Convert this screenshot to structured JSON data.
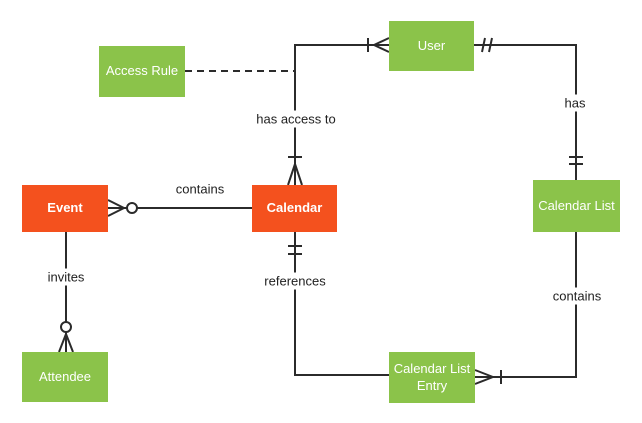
{
  "diagram": {
    "type": "entity-relationship",
    "colors": {
      "entity_primary": "#F4511E",
      "entity_secondary": "#8BC34A",
      "entity_text": "#FFFFFF",
      "line": "#2b2b2b",
      "label_text": "#212121",
      "background": "#FFFFFF"
    },
    "entities": {
      "event": {
        "label": "Event",
        "variant": "primary"
      },
      "calendar": {
        "label": "Calendar",
        "variant": "primary"
      },
      "access_rule": {
        "label": "Access Rule",
        "variant": "secondary"
      },
      "user": {
        "label": "User",
        "variant": "secondary"
      },
      "calendar_list": {
        "label": "Calendar List",
        "variant": "secondary"
      },
      "calendar_list_entry": {
        "label": "Calendar List Entry",
        "variant": "secondary"
      },
      "attendee": {
        "label": "Attendee",
        "variant": "secondary"
      }
    },
    "relationships": {
      "calendar_contains_events": {
        "label": "contains",
        "from": "calendar",
        "to": "event",
        "cardinality_at_event": "zero-or-many",
        "line_style": "solid"
      },
      "event_invites_attendees": {
        "label": "invites",
        "from": "event",
        "to": "attendee",
        "cardinality_at_attendee": "zero-or-many",
        "line_style": "solid"
      },
      "user_has_access_to_calendar": {
        "label": "has access to",
        "from": "user",
        "to": "calendar",
        "cardinality_at_user": "one-or-many",
        "cardinality_at_calendar": "one-or-many",
        "line_style": "solid"
      },
      "user_has_calendar_list": {
        "label": "has",
        "from": "user",
        "to": "calendar_list",
        "cardinality_at_user": "one-and-only-one",
        "cardinality_at_calendar_list": "one-and-only-one",
        "line_style": "solid"
      },
      "calendar_list_contains_entries": {
        "label": "contains",
        "from": "calendar_list",
        "to": "calendar_list_entry",
        "cardinality_at_entry": "one-or-many",
        "line_style": "solid"
      },
      "entry_references_calendar": {
        "label": "references",
        "from": "calendar",
        "to": "calendar_list_entry",
        "cardinality_at_calendar": "one-and-only-one",
        "line_style": "solid"
      },
      "access_rule_attachment": {
        "label": "",
        "from": "access_rule",
        "to": "user_has_access_to_calendar",
        "line_style": "dashed"
      }
    }
  }
}
